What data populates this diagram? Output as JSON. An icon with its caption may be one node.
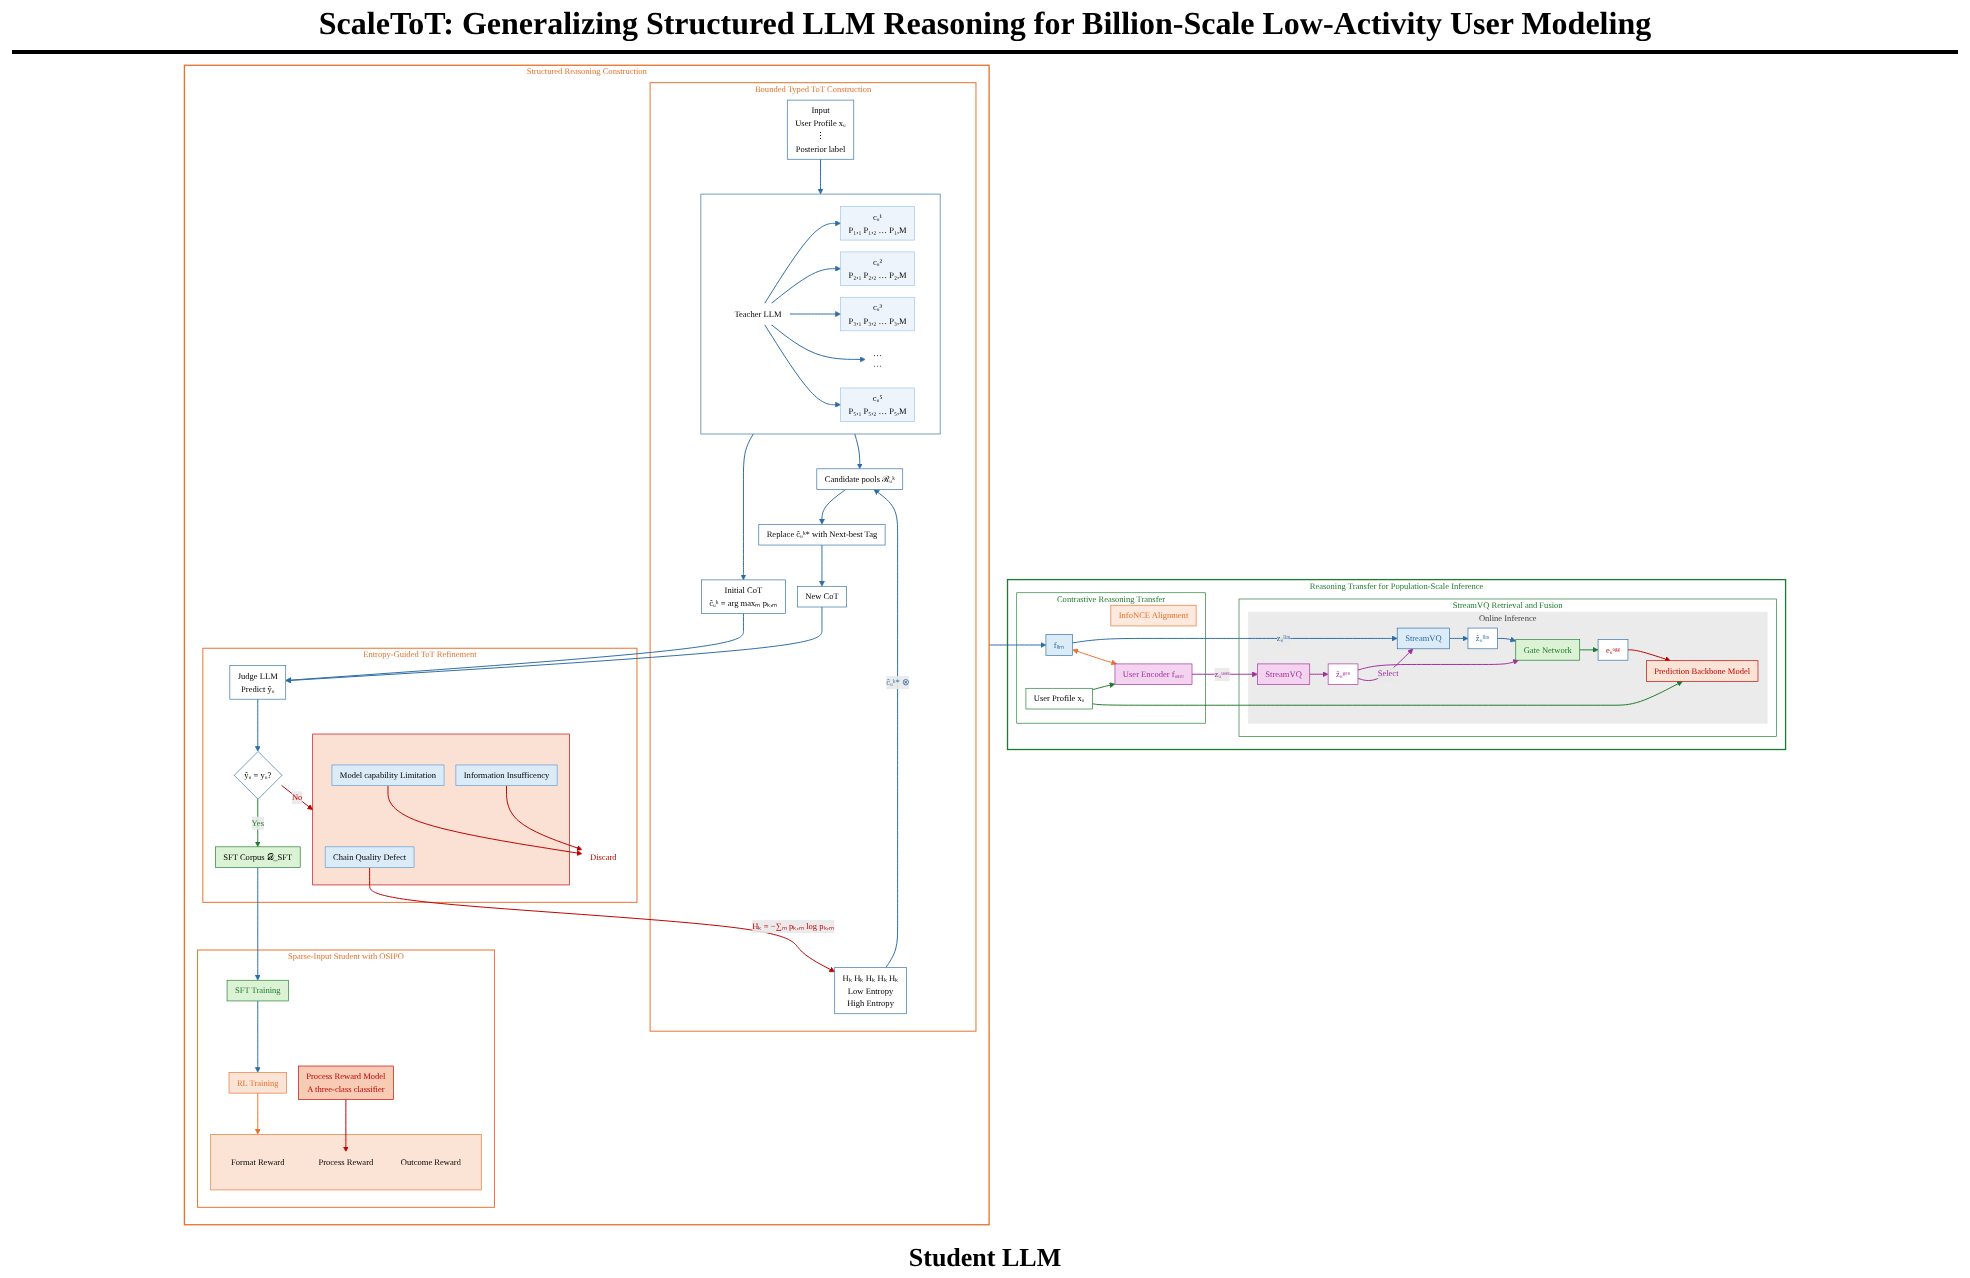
{
  "diagram": {
    "title": "ScaleToT: Generalizing Structured LLM Reasoning for Billion-Scale Low-Activity User Modeling",
    "nodes": [
      {
        "text": [
          "Structured Reasoning Construction"
        ]
      },
      {
        "text": [
          "Bounded Typed ToT Construction"
        ],
        "in": 0
      },
      {
        "text": [
          "Input",
          "User Profile xᵤ",
          "⋮",
          "Posterior label"
        ],
        "in": 1
      },
      {
        "text": [],
        "shape": "box",
        "in": 1
      },
      {
        "text": [
          "Teacher LLM"
        ],
        "in": 3
      },
      {
        "text": [
          "cᵤ¹",
          "P₁,₁ P₁,₂ … P₁,M"
        ],
        "in": 3
      },
      {
        "text": [
          "cᵤ²",
          "P₂,₁ P₂,₂ … P₂,M"
        ],
        "in": 3
      },
      {
        "text": [
          "cᵤ³",
          "P₃,₁ P₃,₂ … P₃,M"
        ],
        "in": 3
      },
      {
        "text": [
          "…",
          "···"
        ],
        "in": 3
      },
      {
        "text": [
          "cᵤ⁵",
          "P₅,₁ P₅,₂ … P₅,M"
        ],
        "in": 3
      },
      {
        "text": [
          "Candidate pools ℛᵤᵏ"
        ],
        "in": 1
      },
      {
        "text": [
          "Initial CoT",
          "ĉᵤᵏ = arg maxₘ pₖ,ₘ"
        ],
        "in": 1
      },
      {
        "text": [
          "New CoT"
        ],
        "in": 1
      },
      {
        "text": [
          "Replace ĉᵤᵏ* with Next-best Tag"
        ],
        "in": 1
      },
      {
        "text": [
          "Hₖ Hₖ Hₖ Hₖ Hₖ",
          "Low Entropy",
          "High Entropy"
        ],
        "in": 1
      },
      {
        "text": [
          "Entropy-Guided ToT Refinement"
        ],
        "in": 0
      },
      {
        "text": [
          "Judge LLM",
          "Predict ŷᵤ"
        ],
        "in": 15
      },
      {
        "text": [
          "ŷᵤ = yᵤ?"
        ],
        "in": 15
      },
      {
        "text": [],
        "shape": "box",
        "in": 15
      },
      {
        "text": [
          "Chain Quality Defect"
        ],
        "in": 18
      },
      {
        "text": [
          "Model capability Limitation"
        ],
        "in": 18
      },
      {
        "text": [
          "Information Insufficency"
        ],
        "in": 18
      },
      {
        "text": [
          "Discard"
        ],
        "in": 15
      },
      {
        "text": [
          "SFT Corpus 𝒟_SFT"
        ],
        "in": 15
      },
      {
        "text": [
          "Sparse-Input Student with OSIPO"
        ],
        "in": 0
      },
      {
        "text": [
          "SFT Training"
        ],
        "in": 24
      },
      {
        "text": [
          "RL Training"
        ],
        "in": 24
      },
      {
        "text": [],
        "shape": "box",
        "in": 24
      },
      {
        "text": [
          "Format Reward"
        ],
        "in": 27
      },
      {
        "text": [
          "Process Reward"
        ],
        "in": 27
      },
      {
        "text": [
          "Outcome Reward"
        ],
        "in": 27
      },
      {
        "text": [
          "Process Reward Model",
          "A three-class classifier"
        ],
        "in": 24
      },
      {
        "text": [
          "Reasoning Transfer for Population-Scale Inference"
        ]
      },
      {
        "text": [
          "StreamVQ Retrieval and Fusion"
        ],
        "in": 32
      },
      {
        "text": [
          "Online Inference"
        ],
        "in": 33
      },
      {
        "text": [
          "Prediction Backbone Model"
        ],
        "in": 34
      },
      {
        "text": [
          "eᵤᵃᵍᵍ"
        ],
        "in": 34
      },
      {
        "text": [
          "Gate Network"
        ],
        "in": 34
      },
      {
        "text": [
          "z̃ᵤˡˡᵐ"
        ],
        "in": 34
      },
      {
        "text": [
          "StreamVQ"
        ],
        "in": 34
      },
      {
        "text": [
          "z̃ᵤᵍᵉⁿ"
        ],
        "in": 34
      },
      {
        "text": [
          "StreamVQ"
        ],
        "in": 34
      },
      {
        "text": [
          "Contrastive Reasoning Transfer"
        ],
        "in": 32
      },
      {
        "text": [
          "InfoNCE Alignment"
        ],
        "in": 42
      },
      {
        "text": [
          "fₗₗₘ"
        ],
        "in": 42
      },
      {
        "text": [
          "User Encoder fᵤₛₑᵣ"
        ],
        "in": 42
      },
      {
        "text": [
          "User Profile xᵤ"
        ],
        "in": 42
      }
    ],
    "edges": [
      {
        "from": 2,
        "to": 3,
        "arrow": "to"
      },
      {
        "from": 4,
        "to": 5,
        "arrow": "to"
      },
      {
        "from": 4,
        "to": 6,
        "arrow": "to"
      },
      {
        "from": 4,
        "to": 7,
        "arrow": "to"
      },
      {
        "from": 4,
        "to": 8,
        "arrow": "to"
      },
      {
        "from": 4,
        "to": 9,
        "arrow": "to"
      },
      {
        "from": 3,
        "to": 10,
        "arrow": "to"
      },
      {
        "from": 3,
        "to": 11,
        "arrow": "to"
      },
      {
        "from": 10,
        "to": 13,
        "arrow": "to"
      },
      {
        "from": 13,
        "to": 12,
        "arrow": "to"
      },
      {
        "from": 14,
        "to": 10,
        "label": "ĉᵤᵏ* ⊗",
        "arrow": "to"
      },
      {
        "from": 11,
        "to": 16,
        "arrow": "to"
      },
      {
        "from": 12,
        "to": 16,
        "arrow": "to"
      },
      {
        "from": 16,
        "to": 17,
        "arrow": "to"
      },
      {
        "from": 17,
        "to": 18,
        "label": "No",
        "arrow": "to",
        "color": "#c00000"
      },
      {
        "from": 17,
        "to": 23,
        "label": "Yes",
        "arrow": "to",
        "color": "#1e7b2e"
      },
      {
        "from": 19,
        "to": 14,
        "label": "Hₖ = −∑ₘ pₖ,ₘ log pₖ,ₘ",
        "arrow": "to",
        "color": "#c00000"
      },
      {
        "from": 20,
        "to": 22,
        "arrow": "to",
        "color": "#c00000"
      },
      {
        "from": 21,
        "to": 22,
        "arrow": "to",
        "color": "#c00000"
      },
      {
        "from": 23,
        "to": 25,
        "arrow": "to"
      },
      {
        "from": 25,
        "to": 26,
        "arrow": "to"
      },
      {
        "from": 26,
        "to": 27,
        "arrow": "to",
        "color": "#e8722c"
      },
      {
        "from": 31,
        "to": 29,
        "arrow": "to",
        "color": "#c00000"
      },
      {
        "from": 0,
        "to": 44,
        "arrow": "to"
      },
      {
        "from": 44,
        "to": 39,
        "label": "zᵤˡˡᵐ",
        "arrow": "to"
      },
      {
        "from": 45,
        "to": 41,
        "label": "zᵤᵘˢᵉʳ",
        "arrow": "to",
        "color": "#a0309a"
      },
      {
        "from": 44,
        "to": 45,
        "arrow": "both",
        "color": "#e8722c"
      },
      {
        "from": 46,
        "to": 45,
        "arrow": "to",
        "color": "#1e7b2e"
      },
      {
        "from": 46,
        "to": 35,
        "arrow": "to",
        "color": "#1e7b2e"
      },
      {
        "from": 39,
        "to": 38,
        "arrow": "to"
      },
      {
        "from": 38,
        "to": 37,
        "arrow": "to"
      },
      {
        "from": 41,
        "to": 40,
        "arrow": "to",
        "color": "#a0309a"
      },
      {
        "from": 40,
        "to": 37,
        "arrow": "to",
        "color": "#a0309a"
      },
      {
        "from": 40,
        "to": 39,
        "label": "Select",
        "arrow": "to",
        "color": "#a0309a"
      },
      {
        "from": 37,
        "to": 36,
        "arrow": "to",
        "color": "#1e7b2e"
      },
      {
        "from": 36,
        "to": 35,
        "arrow": "to",
        "color": "#c00000"
      }
    ],
    "labels": [
      "Student LLM"
    ]
  }
}
